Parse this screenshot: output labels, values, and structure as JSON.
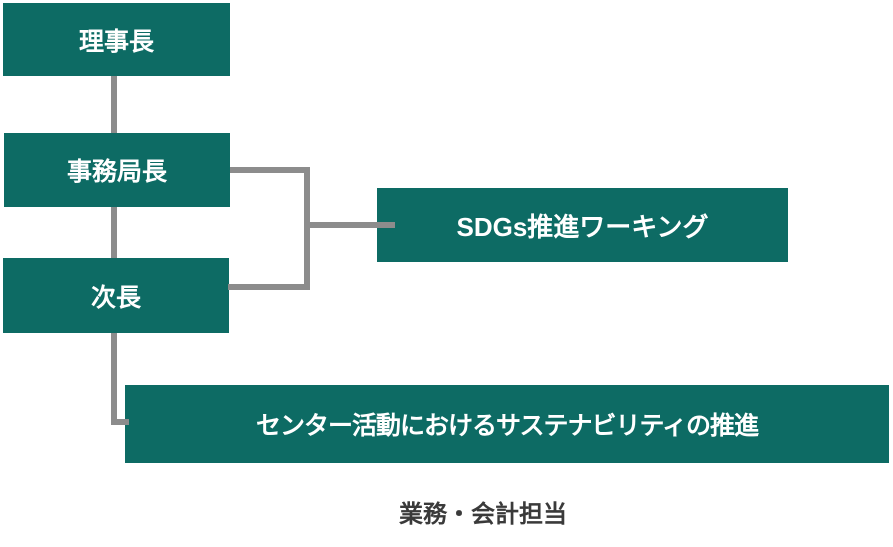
{
  "diagram": {
    "type": "org-chart",
    "colors": {
      "box_fill": "#0d6b64",
      "box_text": "#ffffff",
      "connector": "#8c8c8c",
      "caption_text": "#3a3a3a",
      "background": "#ffffff"
    },
    "nodes": [
      {
        "id": "chairman",
        "label": "理事長"
      },
      {
        "id": "secretary-general",
        "label": "事務局長"
      },
      {
        "id": "deputy-director",
        "label": "次長"
      },
      {
        "id": "sdgs-working-group",
        "label": "SDGs推進ワーキング"
      },
      {
        "id": "sustainability-promotion",
        "label": "センター活動におけるサステナビリティの推進"
      }
    ],
    "edges": [
      {
        "from": "chairman",
        "to": "secretary-general"
      },
      {
        "from": "secretary-general",
        "to": "deputy-director"
      },
      {
        "from": "secretary-general",
        "to": "sdgs-working-group"
      },
      {
        "from": "deputy-director",
        "to": "sdgs-working-group"
      },
      {
        "from": "deputy-director",
        "to": "sustainability-promotion"
      }
    ],
    "caption": "業務・会計担当"
  }
}
